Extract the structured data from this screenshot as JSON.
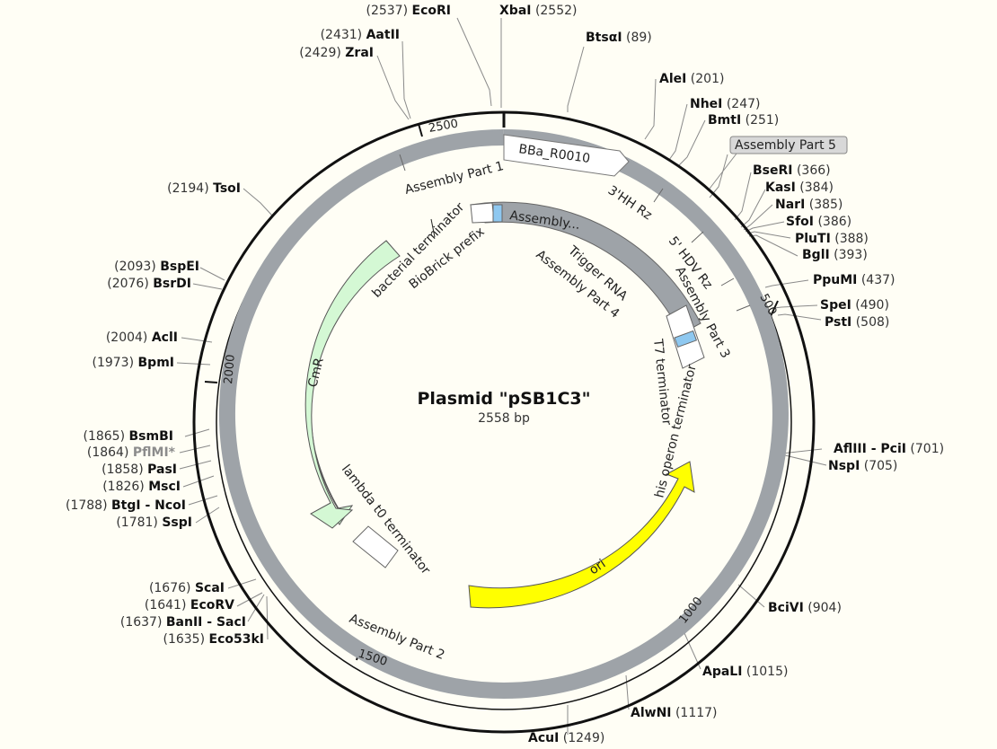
{
  "plasmid": {
    "name": "Plasmid \"pSB1C3\"",
    "size_label": "2558 bp",
    "length": 2558
  },
  "sites": [
    {
      "name": "EcoRI",
      "pos": 2537,
      "label": "(2537)  EcoRI"
    },
    {
      "name": "XbaI",
      "pos": 2552,
      "label": "XbaI  (2552)"
    },
    {
      "name": "BtsαI",
      "pos": 89,
      "label": "BtsαI  (89)"
    },
    {
      "name": "AatII",
      "pos": 2431,
      "label": "(2431)  AatII"
    },
    {
      "name": "ZraI",
      "pos": 2429,
      "label": "(2429)  ZraI"
    },
    {
      "name": "AleI",
      "pos": 201,
      "label": "AleI  (201)"
    },
    {
      "name": "NheI",
      "pos": 247,
      "label": "NheI  (247)"
    },
    {
      "name": "BmtI",
      "pos": 251,
      "label": "BmtI  (251)"
    },
    {
      "name": "BseRI",
      "pos": 366,
      "label": "BseRI  (366)"
    },
    {
      "name": "KasI",
      "pos": 384,
      "label": "KasI  (384)"
    },
    {
      "name": "NarI",
      "pos": 385,
      "label": "NarI  (385)"
    },
    {
      "name": "SfoI",
      "pos": 386,
      "label": "SfoI  (386)"
    },
    {
      "name": "PluTI",
      "pos": 388,
      "label": "PluTI  (388)"
    },
    {
      "name": "BglI",
      "pos": 393,
      "label": "BglI  (393)"
    },
    {
      "name": "PpuMI",
      "pos": 437,
      "label": "PpuMI  (437)"
    },
    {
      "name": "SpeI",
      "pos": 490,
      "label": "SpeI  (490)"
    },
    {
      "name": "PstI",
      "pos": 508,
      "label": "PstI  (508)"
    },
    {
      "name": "TsoI",
      "pos": 2194,
      "label": "(2194)  TsoI"
    },
    {
      "name": "BspEI",
      "pos": 2093,
      "label": "(2093)  BspEI"
    },
    {
      "name": "BsrDI",
      "pos": 2076,
      "label": "(2076)  BsrDI"
    },
    {
      "name": "AclI",
      "pos": 2004,
      "label": "(2004)  AclI"
    },
    {
      "name": "BpmI",
      "pos": 1973,
      "label": "(1973)  BpmI"
    },
    {
      "name": "AflIII - PciI",
      "pos": 701,
      "label": "AflIII - PciI  (701)"
    },
    {
      "name": "NspI",
      "pos": 705,
      "label": "NspI  (705)"
    },
    {
      "name": "BsmBI",
      "pos": 1865,
      "label": "(1865)  BsmBI"
    },
    {
      "name": "PflMI*",
      "pos": 1864,
      "label": "(1864)  PflMI*",
      "grey": true
    },
    {
      "name": "PasI",
      "pos": 1858,
      "label": "(1858)  PasI"
    },
    {
      "name": "MscI",
      "pos": 1826,
      "label": "(1826)  MscI"
    },
    {
      "name": "BtgI - NcoI",
      "pos": 1788,
      "label": "(1788)  BtgI - NcoI"
    },
    {
      "name": "SspI",
      "pos": 1781,
      "label": "(1781)  SspI"
    },
    {
      "name": "ScaI",
      "pos": 1676,
      "label": "(1676)  ScaI"
    },
    {
      "name": "EcoRV",
      "pos": 1641,
      "label": "(1641)  EcoRV"
    },
    {
      "name": "BanII - SacI",
      "pos": 1637,
      "label": "(1637)  BanII - SacI"
    },
    {
      "name": "Eco53kI",
      "pos": 1635,
      "label": "(1635)  Eco53kI"
    },
    {
      "name": "BciVI",
      "pos": 904,
      "label": "BciVI  (904)"
    },
    {
      "name": "ApaLI",
      "pos": 1015,
      "label": "ApaLI  (1015)"
    },
    {
      "name": "AlwNI",
      "pos": 1117,
      "label": "AlwNI  (1117)"
    },
    {
      "name": "AcuI",
      "pos": 1249,
      "label": "AcuI  (1249)"
    }
  ],
  "ticks": [
    "2500",
    "500",
    "1000",
    "1500",
    "2000"
  ],
  "features": {
    "assembly_part_1": "Assembly Part 1",
    "assembly_part_2": "Assembly Part 2",
    "assembly_part_3": "Assembly Part 3",
    "assembly_part_4": "Assembly Part 4",
    "assembly_part_5": "Assembly Part 5",
    "assembly_inner": "Assembly...",
    "bba": "BBa_R0010",
    "hh_rz": "3'HH Rz",
    "hdv_rz": "5' HDV Rz",
    "trigger_rna": "Trigger RNA",
    "t7_terminator": "T7 terminator",
    "his_operon": "his operon terminator",
    "bacterial_terminator": "bacterial terminator",
    "biobrick_prefix": "BioBrick prefix",
    "cmr": "CmR",
    "lambda_t0": "lambda t0 terminator",
    "ori": "ori"
  },
  "colors": {
    "backbone": "#000000",
    "assembly": "#9ea3a8",
    "cmr": "#d4f8d4",
    "ori": "#ffff00",
    "blue": "#8ec8f0",
    "background": "#fffef5"
  }
}
